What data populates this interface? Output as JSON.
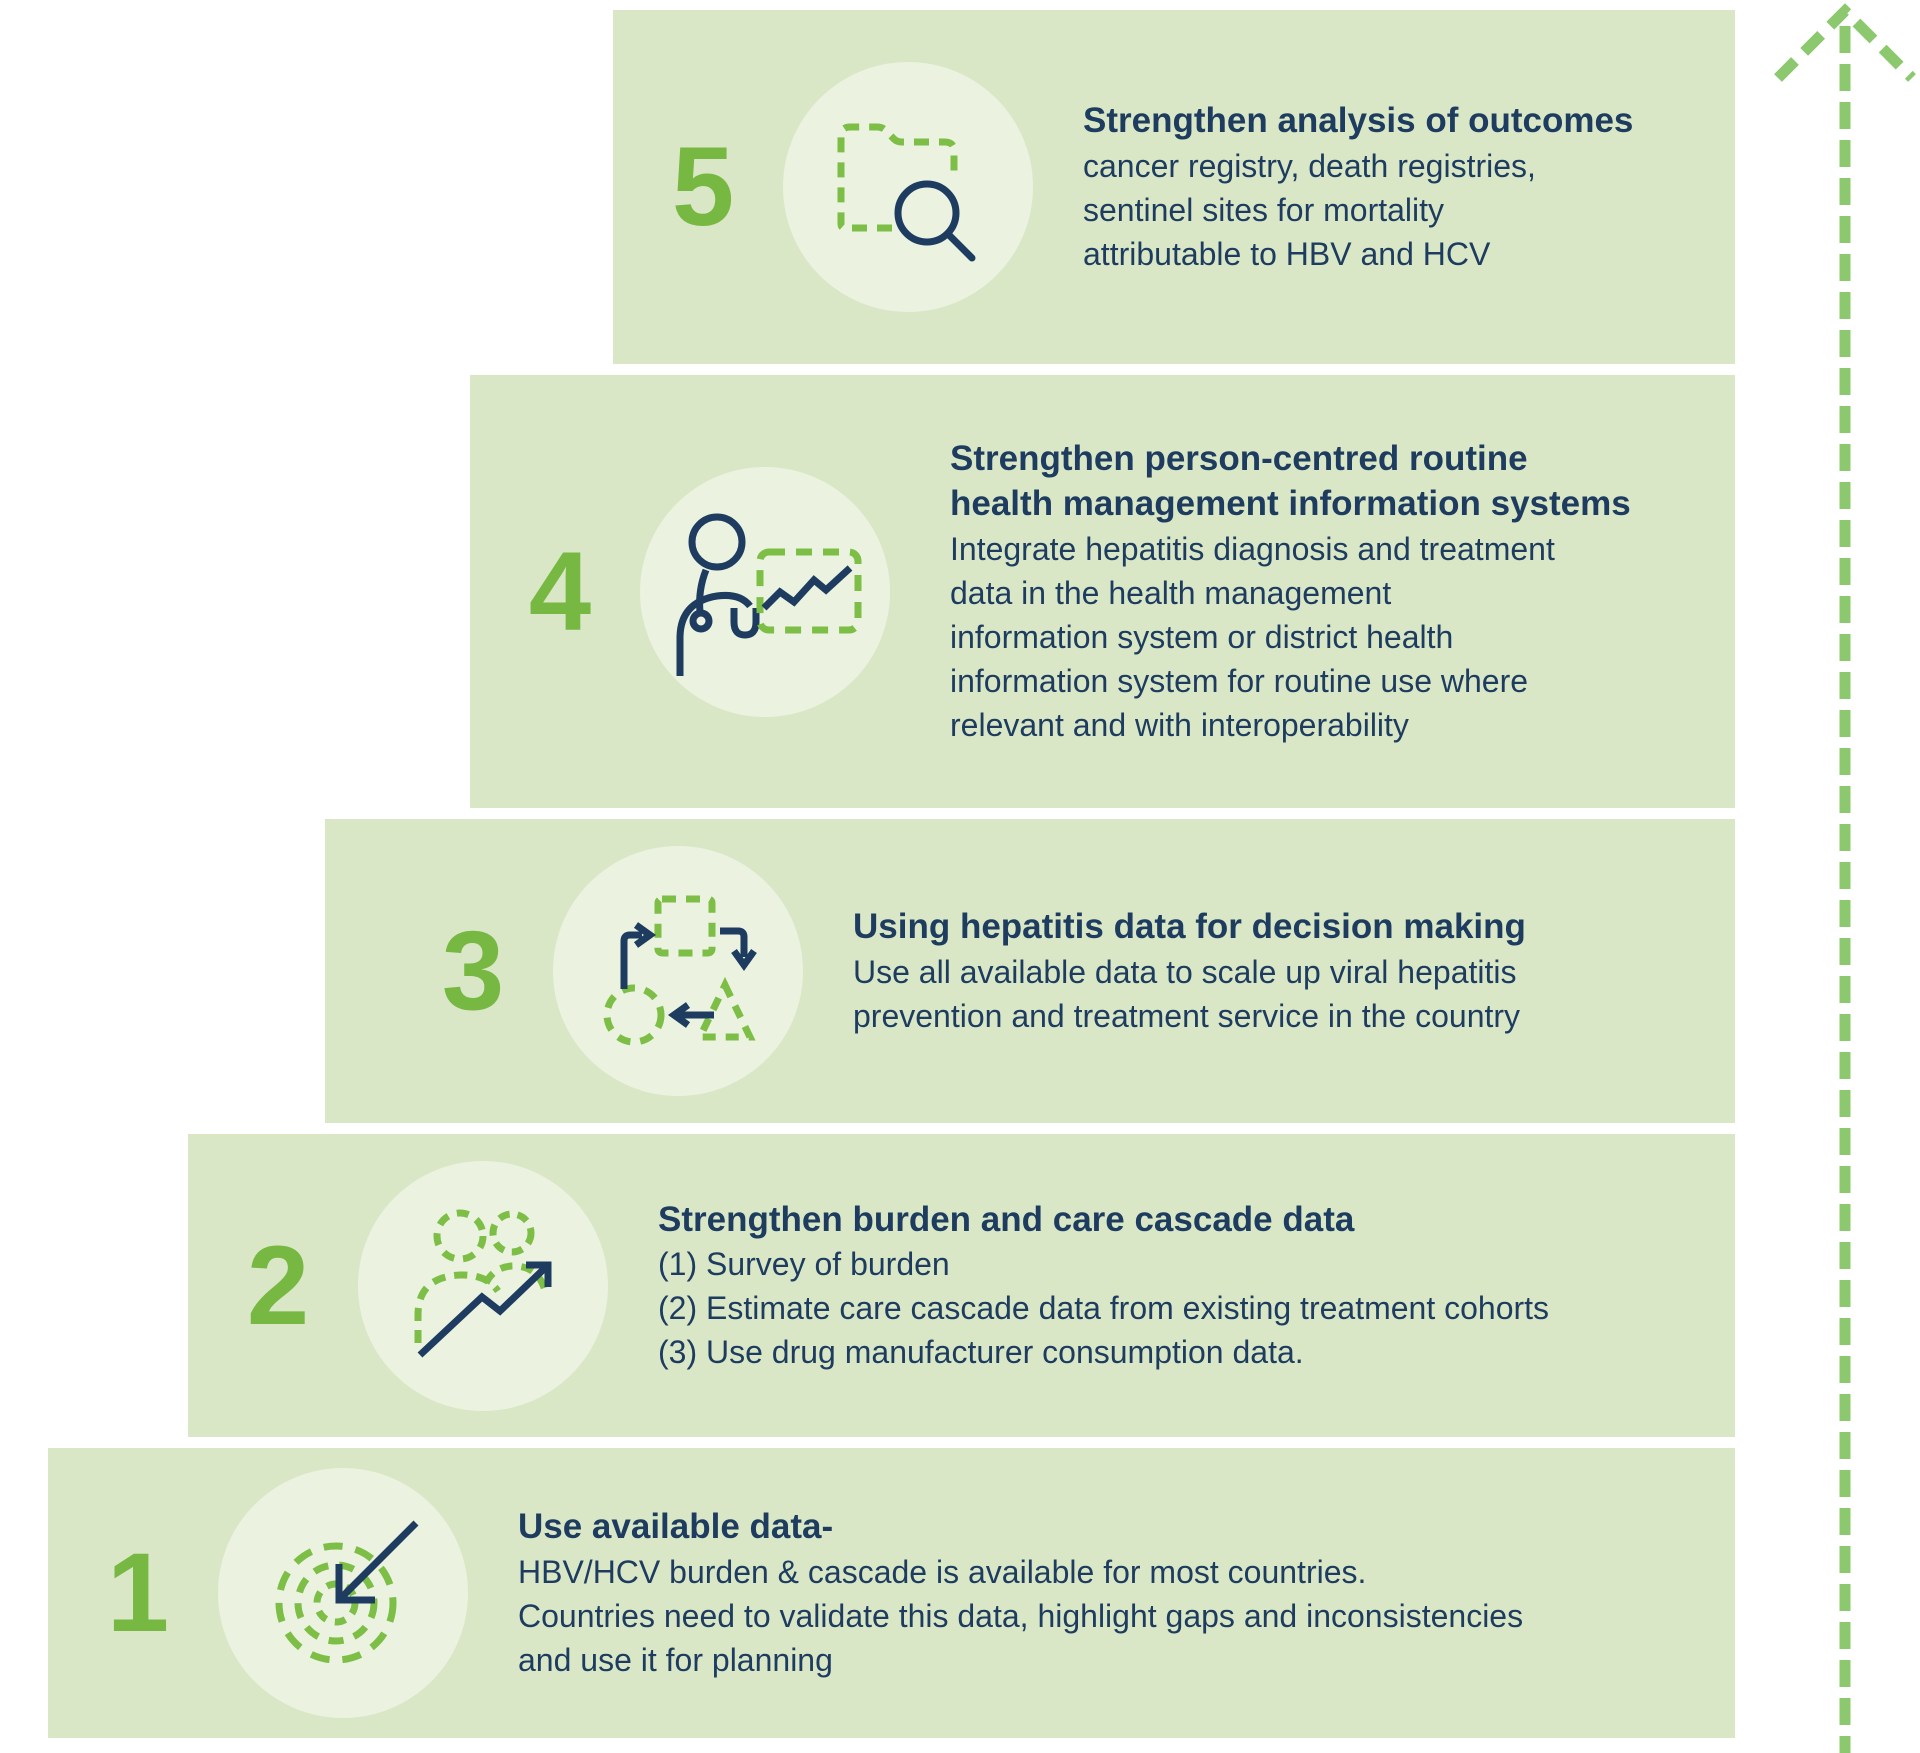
{
  "colors": {
    "bar_background": "#d9e7c6",
    "icon_circle_background": "#ebf2e0",
    "number_green": "#77b843",
    "icon_dash_green": "#7dbe46",
    "arrow_green": "#8cc86e",
    "text_navy": "#1d3c5f"
  },
  "steps": [
    {
      "number": "5",
      "icon": "folder-search-icon",
      "title": "Strengthen analysis of outcomes",
      "body": "cancer registry, death registries,\nsentinel sites for mortality\nattributable to HBV and HCV"
    },
    {
      "number": "4",
      "icon": "clinician-chart-icon",
      "title": "Strengthen person-centred routine\nhealth management information systems",
      "body": "Integrate hepatitis diagnosis and treatment\ndata in the health management\ninformation system or district health\ninformation system for routine use where\nrelevant and with interoperability"
    },
    {
      "number": "3",
      "icon": "process-cycle-icon",
      "title": "Using hepatitis data for decision making",
      "body": "Use all available data to scale up viral hepatitis\nprevention and treatment service in the country"
    },
    {
      "number": "2",
      "icon": "population-trend-icon",
      "title": "Strengthen burden and care cascade data",
      "body": "(1) Survey of burden\n(2) Estimate care cascade data from existing treatment cohorts\n(3) Use drug manufacturer consumption data."
    },
    {
      "number": "1",
      "icon": "target-arrow-icon",
      "title": "Use available data-",
      "body": "HBV/HCV burden & cascade is available for most countries.\nCountries  need to validate this data, highlight gaps and inconsistencies\nand use it for planning"
    }
  ],
  "arrow_icon": "up-arrow-icon"
}
